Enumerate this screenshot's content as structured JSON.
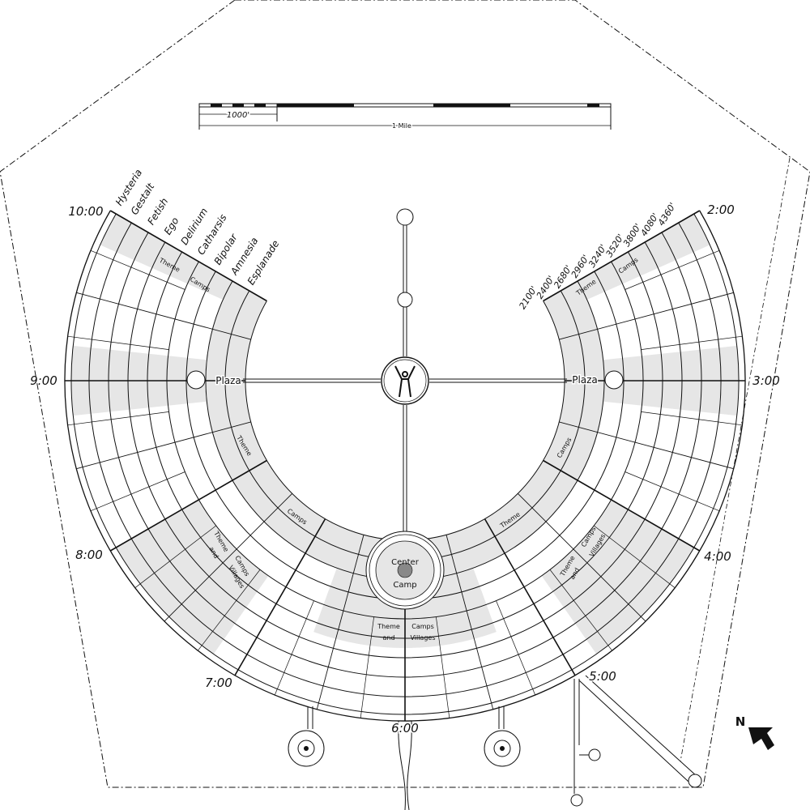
{
  "scale_bar": {
    "short_label": "1000'",
    "long_label": "1 Mile"
  },
  "clock_labels": {
    "c1000": "10:00",
    "c900": "9:00",
    "c800": "8:00",
    "c700": "7:00",
    "c600": "6:00",
    "c500": "5:00",
    "c400": "4:00",
    "c300": "3:00",
    "c200": "2:00"
  },
  "street_names": [
    "Hysteria",
    "Gestalt",
    "Fetish",
    "Ego",
    "Delirium",
    "Catharsis",
    "Bipolar",
    "Amnesia",
    "Esplanade"
  ],
  "distances": [
    "2100'",
    "2400'",
    "2680'",
    "2960'",
    "3240'",
    "3520'",
    "3800'",
    "4080'",
    "4360'"
  ],
  "plaza_labels": {
    "left": "Plaza",
    "right": "Plaza"
  },
  "center_camp": {
    "line1": "Center",
    "line2": "Camp"
  },
  "zone_labels": {
    "theme": "Theme",
    "camps": "Camps",
    "and": "and",
    "villages": "Villages"
  },
  "colors": {
    "line": "#111111",
    "zone_fill": "#e6e6e6",
    "background": "#ffffff"
  },
  "icons": {
    "man": "burning-man-icon",
    "north": "north-arrow-icon"
  },
  "north_label": "N"
}
